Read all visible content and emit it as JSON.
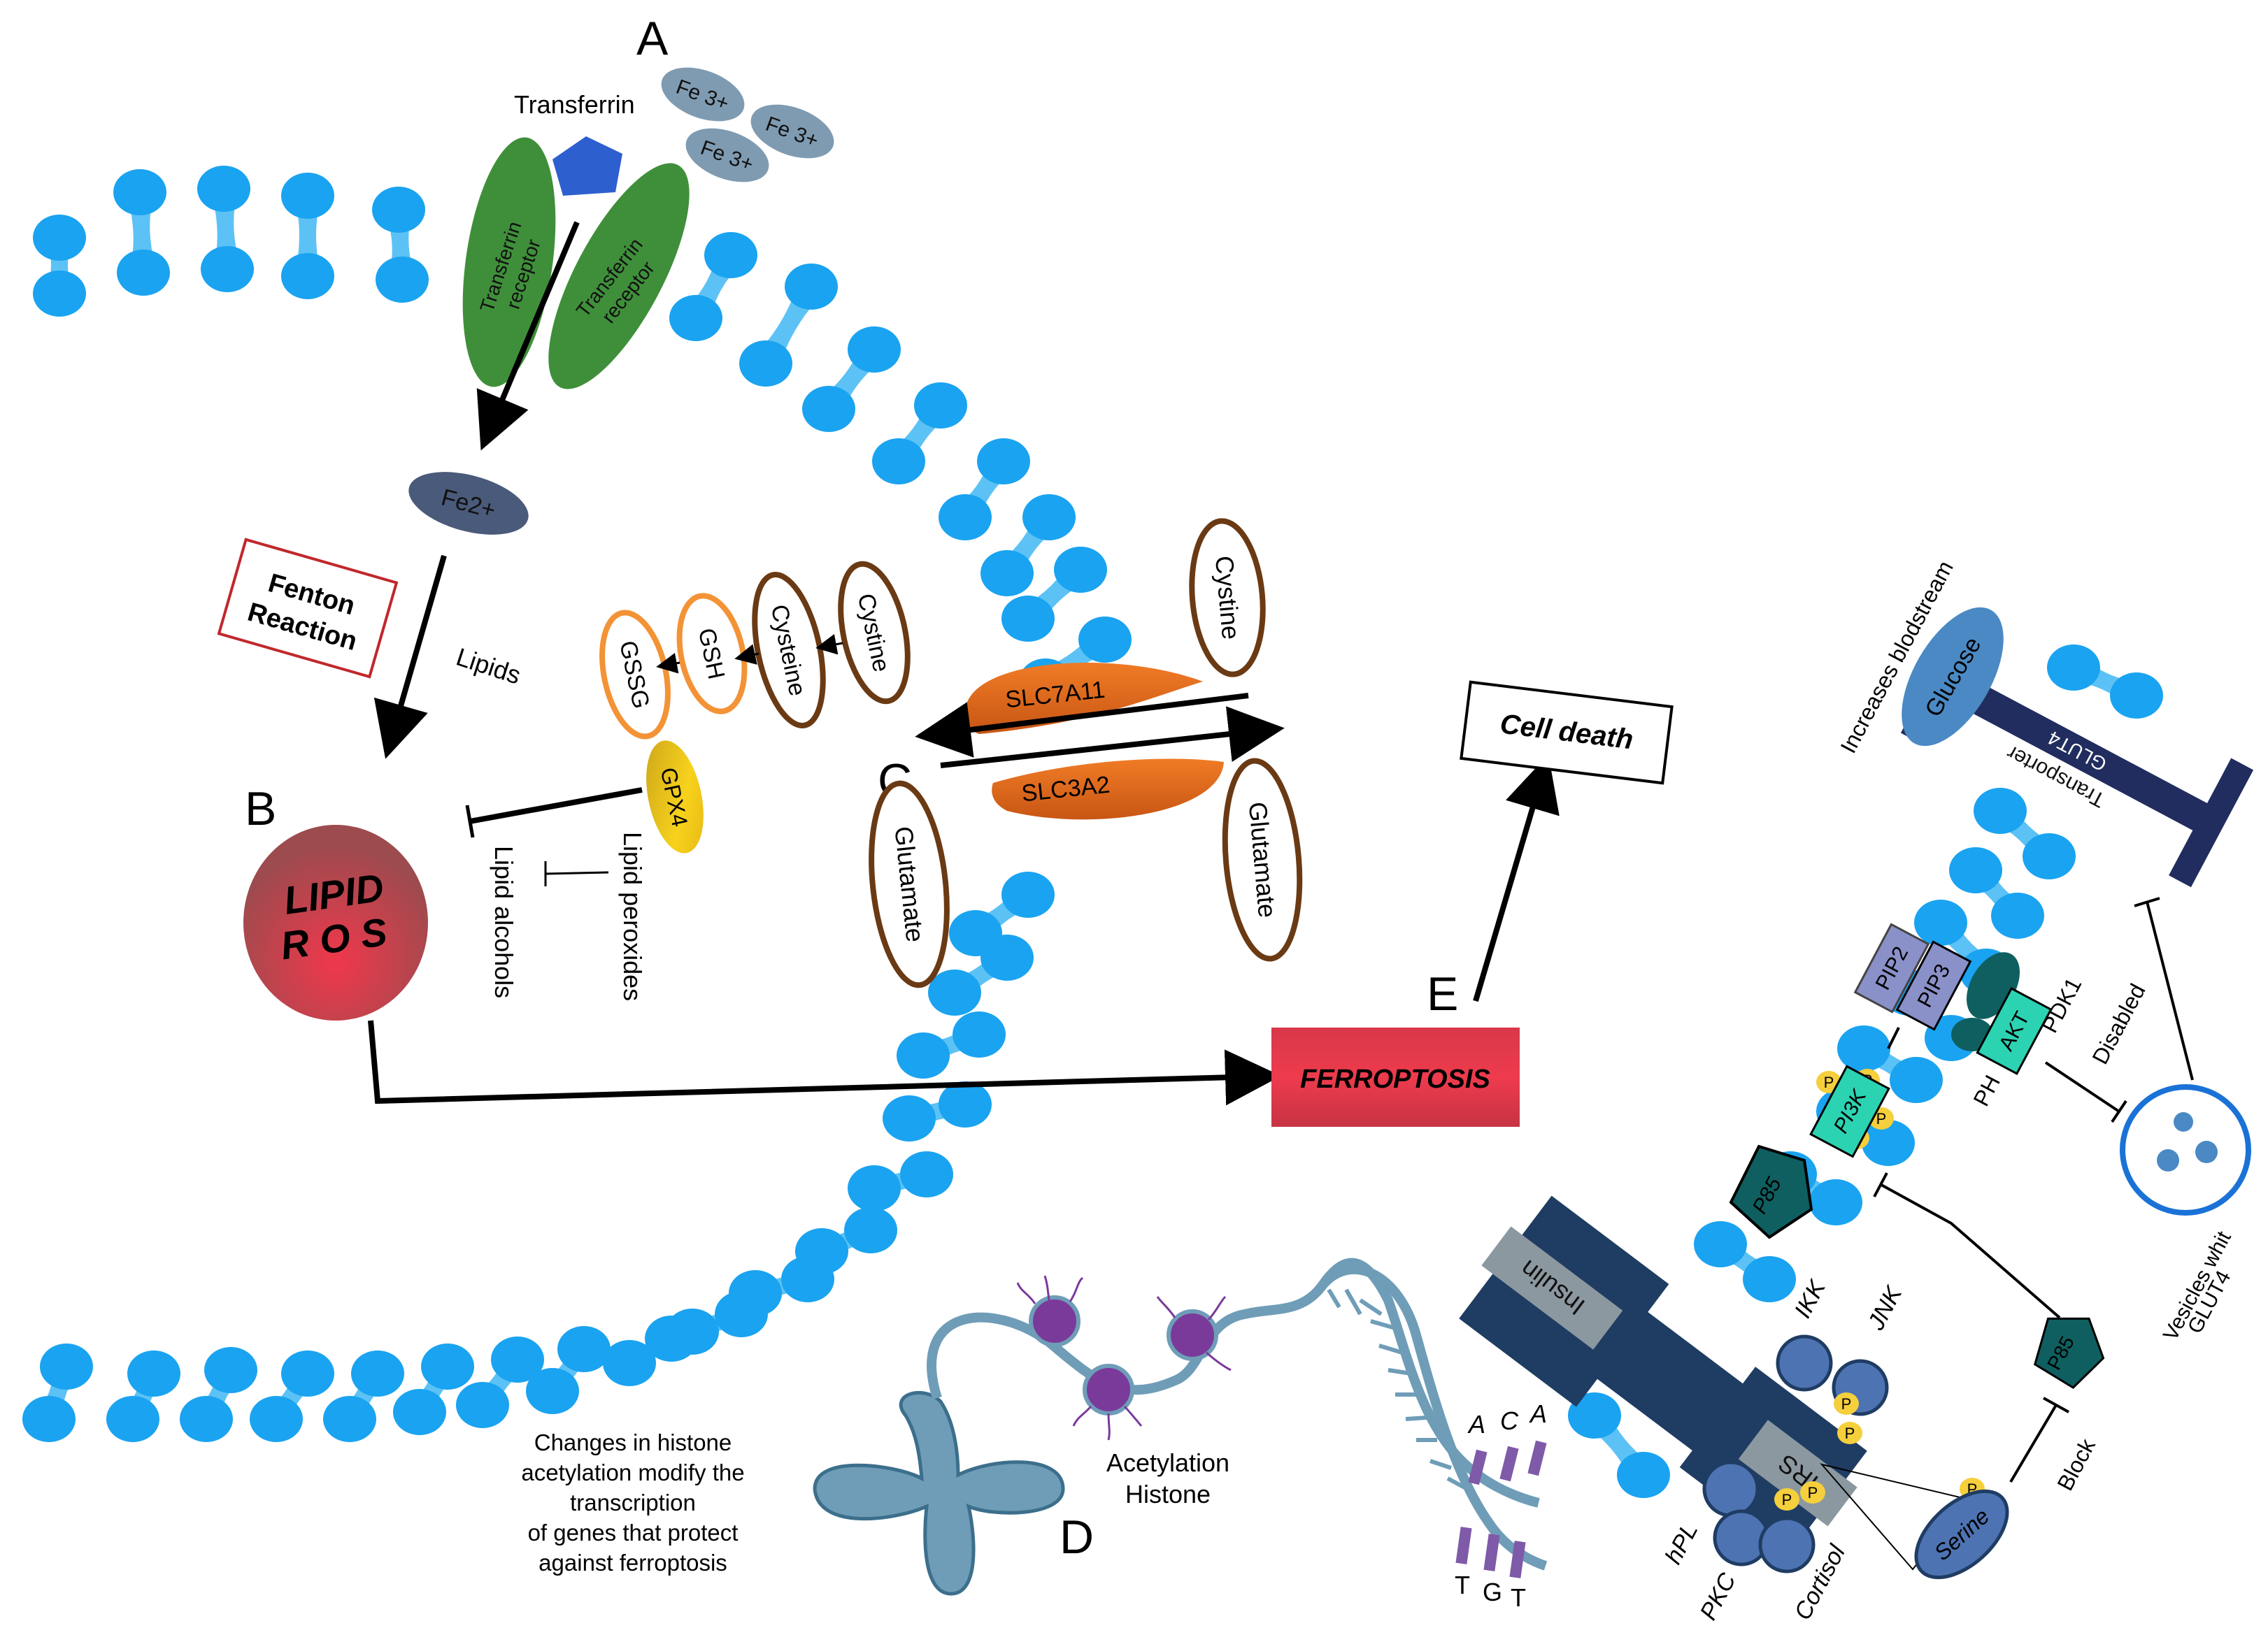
{
  "colors": {
    "lipid_head": "#1aa3f0",
    "lipid_tail": "#5cc2f5",
    "receptor_green": "#3f8f3a",
    "transferrin_blue": "#2e5fcf",
    "fe3_gray": "#7f9bb1",
    "fe2_navy": "#4a5a7a",
    "ros_red": "#d63649",
    "ferroptosis_red": "#e53949",
    "orange_transporter": "#e2671b",
    "brown_outline": "#6a3a14",
    "orange_outline": "#f39336",
    "gpx4_yellow": "#f2c21c",
    "dna_blue": "#6f9db8",
    "histone_purple": "#7a3a9a",
    "insulin_navy": "#1f3c63",
    "insulin_gray": "#8c98a0",
    "kinase_blue": "#4d73b2",
    "phospho_yellow": "#f5cf3c",
    "teal_dark": "#0f5f60",
    "teal_light": "#2cd3b2",
    "pip_purple": "#8a91c8",
    "glut4_navy": "#202d5e",
    "glucose_blue": "#4a89c4",
    "vesicle_ring": "#1a72d6",
    "fenton_border": "#c0282c"
  },
  "labels": {
    "panel_a": "A",
    "panel_b": "B",
    "panel_c": "C",
    "panel_d": "D",
    "panel_e": "E",
    "transferrin": "Transferrin",
    "fe3_1": "Fe 3+",
    "fe3_2": "Fe 3+",
    "fe3_3": "Fe 3+",
    "transferrin_receptor_1_line1": "Transferrin",
    "transferrin_receptor_1_line2": "receptor",
    "transferrin_receptor_2_line1": "Transferrin",
    "transferrin_receptor_2_line2": "receptor",
    "fe2": "Fe2+",
    "fenton_line1": "Fenton",
    "fenton_line2": "Reaction",
    "lipids": "Lipids",
    "lipid_ros_line1": "LIPID",
    "lipid_ros_line2": "R O S",
    "gssg": "GSSG",
    "gsh": "GSH",
    "cysteine": "Cysteine",
    "cystine_inner": "Cystine",
    "gpx4": "GPX4",
    "lipid_peroxides": "Lipid peroxides",
    "lipid_alcohols": "Lipid alcohols",
    "slc7a11": "SLC7A11",
    "slc3a2": "SLC3A2",
    "cystine_outer": "Cystine",
    "glutamate_outer": "Glutamate",
    "glutamate_inner": "Glutamate",
    "cell_death": "Cell death",
    "ferroptosis": "FERROPTOSIS",
    "histone_text_line1": "Changes in histone",
    "histone_text_line2": "acetylation modify the",
    "histone_text_line3": "transcription",
    "histone_text_line4": "of genes that protect",
    "histone_text_line5": "against ferroptosis",
    "acetylation_line1": "Acetylation",
    "acetylation_line2": "Histone",
    "base_a1": "A",
    "base_c": "C",
    "base_a2": "A",
    "base_t1": "T",
    "base_g": "G",
    "base_t2": "T",
    "insulin": "Insulin",
    "irs": "IRS",
    "ikk": "IKK",
    "jnk": "JNK",
    "hpl": "hPL",
    "pkc": "PKC",
    "cortisol": "Cortisol",
    "serine": "Serine",
    "block": "Block",
    "p85_right": "P85",
    "p85_left": "P85",
    "pi3k": "PI3K",
    "pip2": "PIP2",
    "pip3": "PIP3",
    "pdk1": "PDK1",
    "akt": "AKT",
    "ph": "PH",
    "disabled": "Disabled",
    "glucose": "Glucose",
    "increases_bloodstream": "Increases blodstream",
    "glut4": "GLUT4",
    "transporter": "Transporter",
    "vesicles_line1": "Vesicles whit",
    "vesicles_line2": "GLUT4",
    "phospho": "P"
  }
}
